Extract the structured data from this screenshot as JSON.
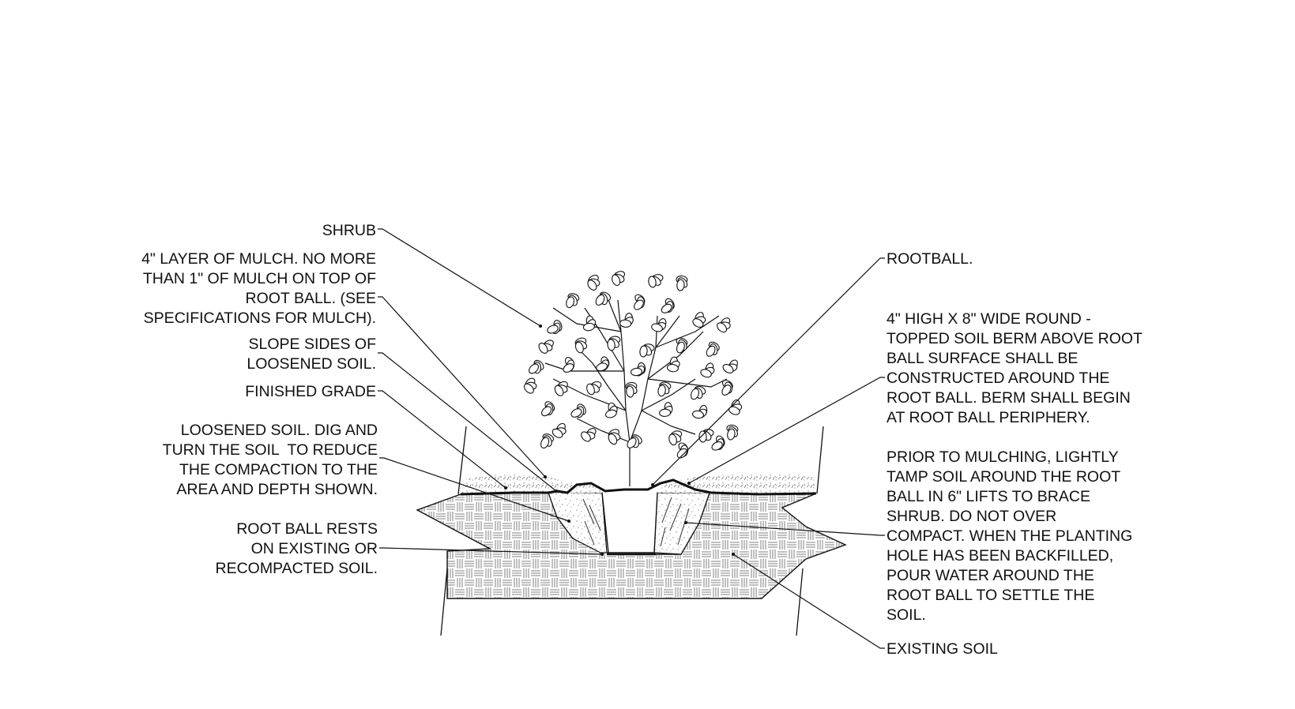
{
  "colors": {
    "ink": "#111111",
    "hatch": "#8a8a8a",
    "stipple": "#9a9a9a",
    "background": "#ffffff"
  },
  "left_notes": {
    "shrub": "SHRUB",
    "mulch": "4\" LAYER OF MULCH. NO MORE\nTHAN 1\" OF MULCH ON TOP OF\nROOT BALL. (SEE\nSPECIFICATIONS FOR MULCH).",
    "slope": "SLOPE SIDES OF\nLOOSENED SOIL.",
    "grade": "FINISHED GRADE",
    "loosened": "LOOSENED SOIL. DIG AND\nTURN THE SOIL  TO REDUCE\nTHE COMPACTION TO THE\nAREA AND DEPTH SHOWN.",
    "rootball_rests": "ROOT BALL RESTS\nON EXISTING OR\nRECOMPACTED SOIL."
  },
  "right_notes": {
    "rootball": "ROOTBALL.",
    "berm": "4\" HIGH X 8\" WIDE ROUND -\nTOPPED SOIL BERM ABOVE ROOT\nBALL SURFACE SHALL BE\nCONSTRUCTED AROUND THE\nROOT BALL. BERM SHALL BEGIN\nAT ROOT BALL PERIPHERY.",
    "tamp": "PRIOR TO MULCHING, LIGHTLY\nTAMP SOIL AROUND THE ROOT\nBALL IN 6\" LIFTS TO BRACE\nSHRUB. DO NOT OVER\nCOMPACT. WHEN THE PLANTING\nHOLE HAS BEEN BACKFILLED,\nPOUR WATER AROUND THE\nROOT BALL TO SETTLE THE\nSOIL.",
    "existing": "EXISTING SOIL"
  }
}
